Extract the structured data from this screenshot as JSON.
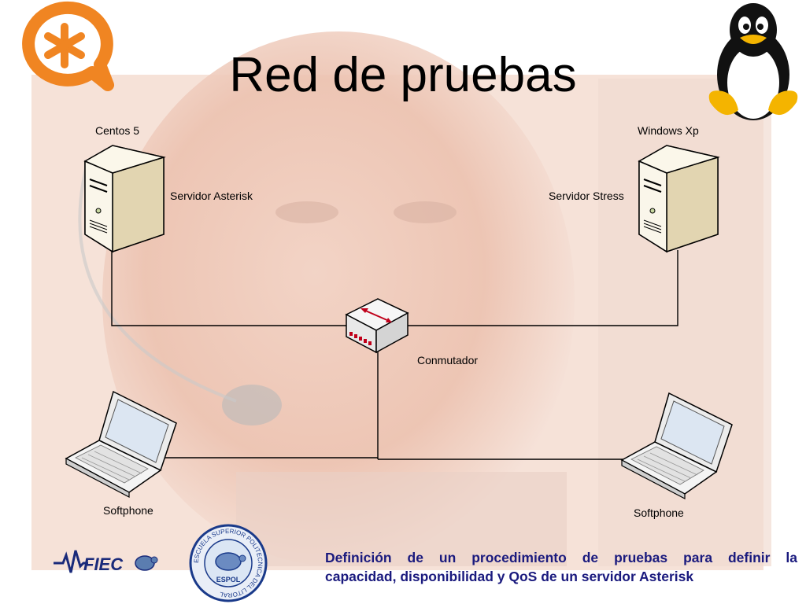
{
  "slide": {
    "title": "Red de pruebas",
    "description_line1": "Definición de un procedimiento de pruebas para definir la",
    "description_line2": "capacidad, disponibilidad y QoS de un servidor Asterisk"
  },
  "nodes": {
    "server_left": {
      "top_label": "Centos 5",
      "side_label": "Servidor Asterisk"
    },
    "server_right": {
      "top_label": "Windows Xp",
      "side_label": "Servidor Stress"
    },
    "switch": {
      "label": "Conmutador"
    },
    "laptop_left": {
      "label": "Softphone"
    },
    "laptop_right": {
      "label": "Softphone"
    }
  },
  "logos": {
    "fiec": "FIEC",
    "espol": "ESPOL",
    "espol_ring_text": "ESCUELA SUPERIOR POLITECNICA DEL LITORAL"
  },
  "icons": [
    "asterisk-logo-icon",
    "tux-penguin-icon",
    "server-icon",
    "switch-icon",
    "laptop-icon"
  ],
  "colors": {
    "asterisk_orange": "#f08522",
    "description_text": "#1a1a7e",
    "network_line": "#000000"
  }
}
